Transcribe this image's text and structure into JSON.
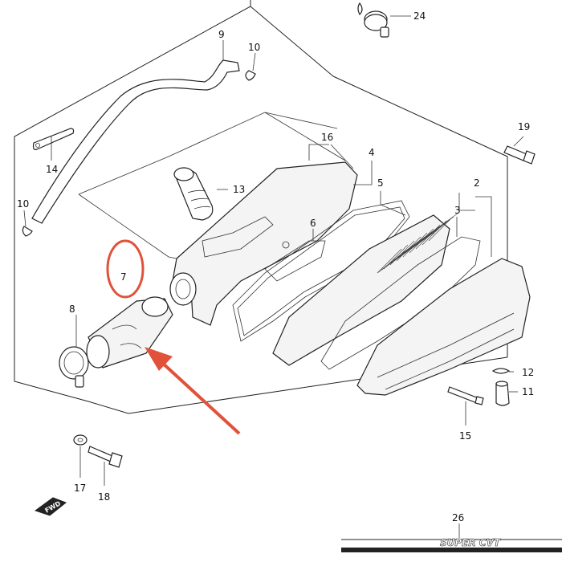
{
  "callouts": [
    {
      "id": "c9",
      "text": "9"
    },
    {
      "id": "c10a",
      "text": "10"
    },
    {
      "id": "c24",
      "text": "24"
    },
    {
      "id": "c14",
      "text": "14"
    },
    {
      "id": "c10b",
      "text": "10"
    },
    {
      "id": "c16",
      "text": "16"
    },
    {
      "id": "c4",
      "text": "4"
    },
    {
      "id": "c5",
      "text": "5"
    },
    {
      "id": "c6",
      "text": "6"
    },
    {
      "id": "c13",
      "text": "13"
    },
    {
      "id": "c19",
      "text": "19"
    },
    {
      "id": "c2",
      "text": "2"
    },
    {
      "id": "c3",
      "text": "3"
    },
    {
      "id": "c7",
      "text": "7"
    },
    {
      "id": "c8",
      "text": "8"
    },
    {
      "id": "c12",
      "text": "12"
    },
    {
      "id": "c11",
      "text": "11"
    },
    {
      "id": "c15",
      "text": "15"
    },
    {
      "id": "c17",
      "text": "17"
    },
    {
      "id": "c18",
      "text": "18"
    },
    {
      "id": "c26",
      "text": "26"
    }
  ],
  "fwd_label": "FWD",
  "emblem_text": "SUPER CVT",
  "highlight": {
    "target_part": "7",
    "color": "#e0523a"
  }
}
